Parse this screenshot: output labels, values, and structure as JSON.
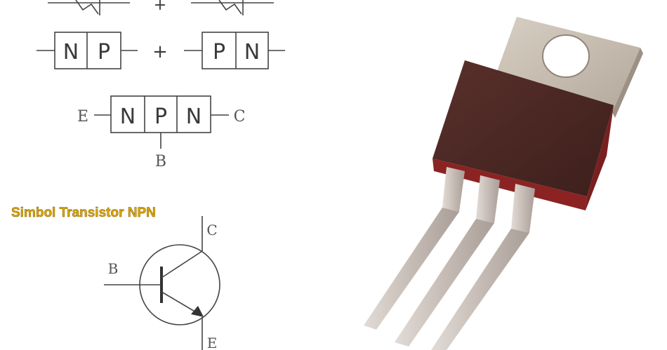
{
  "diagram": {
    "diode_row_top": {
      "plus": "+"
    },
    "diode_row": {
      "left_box": [
        "N",
        "P"
      ],
      "plus": "+",
      "right_box": [
        "P",
        "N"
      ]
    },
    "npn_block": {
      "cells": [
        "N",
        "P",
        "N"
      ],
      "emitter_label": "E",
      "collector_label": "C",
      "base_label": "B"
    },
    "symbol_title": "Simbol Transistor NPN",
    "symbol": {
      "base_label": "B",
      "collector_label": "C",
      "emitter_label": "E"
    }
  },
  "colors": {
    "title_fill": "#e0a800",
    "package_body": "#4a2824",
    "heatsink_tab": "#c9bfb3",
    "lead_metal": "#cfc6c0"
  }
}
